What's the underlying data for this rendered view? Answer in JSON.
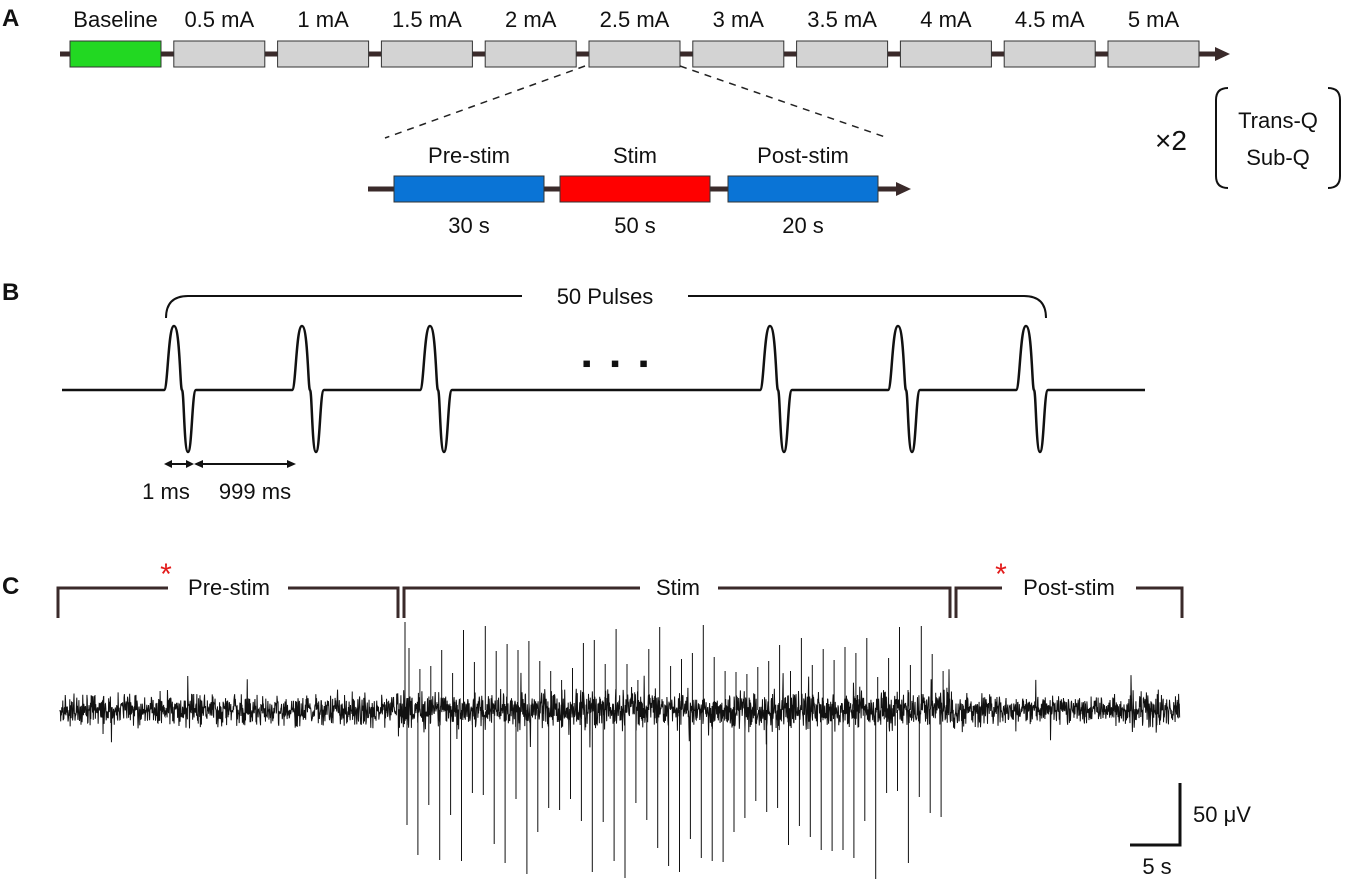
{
  "panel_a": {
    "letter": "A",
    "blocks": [
      {
        "label": "Baseline",
        "color": "#22d822"
      },
      {
        "label": "0.5 mA",
        "color": "#d3d3d3"
      },
      {
        "label": "1 mA",
        "color": "#d3d3d3"
      },
      {
        "label": "1.5 mA",
        "color": "#d3d3d3"
      },
      {
        "label": "2 mA",
        "color": "#d3d3d3"
      },
      {
        "label": "2.5 mA",
        "color": "#d3d3d3"
      },
      {
        "label": "3 mA",
        "color": "#d3d3d3"
      },
      {
        "label": "3.5 mA",
        "color": "#d3d3d3"
      },
      {
        "label": "4 mA",
        "color": "#d3d3d3"
      },
      {
        "label": "4.5 mA",
        "color": "#d3d3d3"
      },
      {
        "label": "5 mA",
        "color": "#d3d3d3"
      }
    ],
    "phases": [
      {
        "label": "Pre-stim",
        "duration": "30 s",
        "color": "#0a74d6"
      },
      {
        "label": "Stim",
        "duration": "50 s",
        "color": "#ff0000"
      },
      {
        "label": "Post-stim",
        "duration": "20 s",
        "color": "#0a74d6"
      }
    ],
    "repeat": "×2",
    "conditions": [
      "Trans-Q",
      "Sub-Q"
    ]
  },
  "panel_b": {
    "letter": "B",
    "brace_label": "50 Pulses",
    "pulse_width": "1 ms",
    "interval": "999 ms",
    "ellipsis": "▪ ▪ ▪"
  },
  "panel_c": {
    "letter": "C",
    "segments": [
      "Pre-stim",
      "Stim",
      "Post-stim"
    ],
    "asterisk": "*",
    "scale_y": "50 μV",
    "scale_x": "5 s"
  },
  "colors": {
    "axis": "#3a2a2a",
    "trace": "#111111",
    "asterisk": "#e31b1b"
  }
}
